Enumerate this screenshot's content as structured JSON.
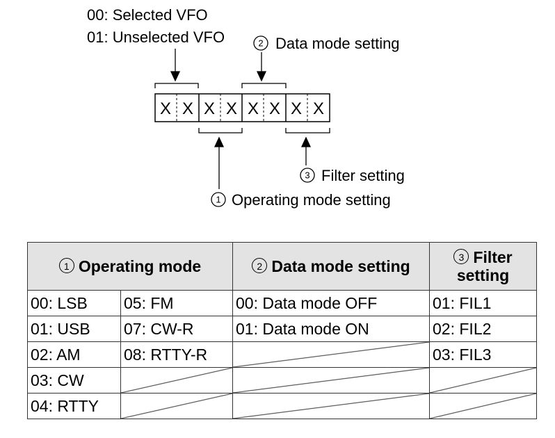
{
  "diagram": {
    "vfo_lines": [
      "00: Selected VFO",
      "01: Unselected VFO"
    ],
    "data_mode_label": "Data mode setting",
    "data_mode_num": "2",
    "filter_label": "Filter setting",
    "filter_num": "3",
    "operating_mode_label": "Operating mode setting",
    "operating_mode_num": "1",
    "cells": [
      "X",
      "X",
      "X",
      "X",
      "X",
      "X",
      "X",
      "X"
    ]
  },
  "table": {
    "headers": [
      {
        "num": "1",
        "text": "Operating mode"
      },
      {
        "num": "2",
        "text": "Data mode setting"
      },
      {
        "num": "3",
        "text": "Filter setting"
      }
    ],
    "rows": [
      [
        "00: LSB",
        "05: FM",
        "00: Data mode OFF",
        "01: FIL1"
      ],
      [
        "01: USB",
        "07: CW-R",
        "01: Data mode ON",
        "02: FIL2"
      ],
      [
        "02: AM",
        "08: RTTY-R",
        "",
        "03: FIL3"
      ],
      [
        "03: CW",
        "",
        "",
        ""
      ],
      [
        "04: RTTY",
        "",
        "",
        ""
      ]
    ]
  }
}
